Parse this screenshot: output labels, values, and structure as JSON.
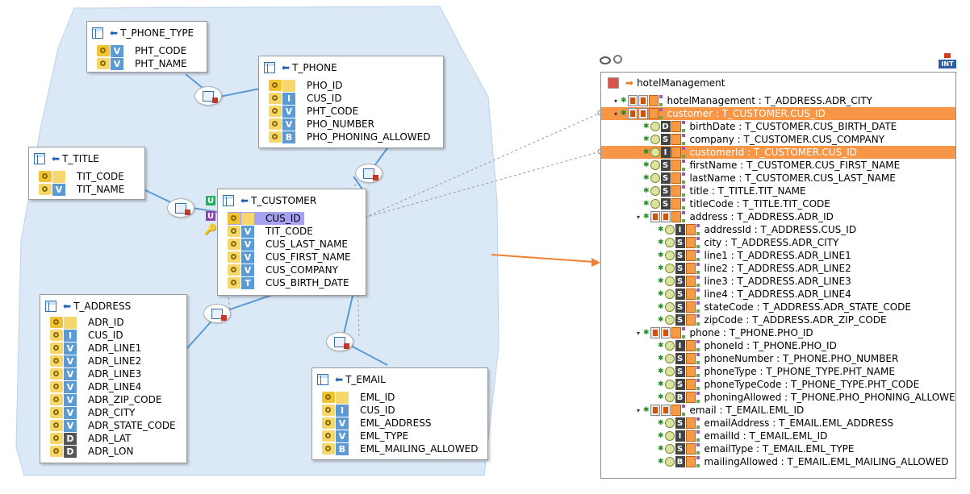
{
  "diagram": {
    "entities": [
      {
        "name": "T_PHONE_TYPE",
        "columns": [
          {
            "label": "PHT_CODE",
            "type": "V",
            "key": true
          },
          {
            "label": "PHT_NAME",
            "type": "V",
            "key": false
          }
        ]
      },
      {
        "name": "T_PHONE",
        "columns": [
          {
            "label": "PHO_ID",
            "type": "",
            "key": true
          },
          {
            "label": "CUS_ID",
            "type": "I",
            "key": false
          },
          {
            "label": "PHT_CODE",
            "type": "V",
            "key": false
          },
          {
            "label": "PHO_NUMBER",
            "type": "V",
            "key": false
          },
          {
            "label": "PHO_PHONING_ALLOWED",
            "type": "B",
            "key": false
          }
        ]
      },
      {
        "name": "T_TITLE",
        "columns": [
          {
            "label": "TIT_CODE",
            "type": "",
            "key": true
          },
          {
            "label": "TIT_NAME",
            "type": "V",
            "key": false
          }
        ]
      },
      {
        "name": "T_CUSTOMER",
        "columns": [
          {
            "label": "CUS_ID",
            "type": "",
            "key": true
          },
          {
            "label": "TIT_CODE",
            "type": "V",
            "key": false
          },
          {
            "label": "CUS_LAST_NAME",
            "type": "V",
            "key": false
          },
          {
            "label": "CUS_FIRST_NAME",
            "type": "V",
            "key": false
          },
          {
            "label": "CUS_COMPANY",
            "type": "V",
            "key": false
          },
          {
            "label": "CUS_BIRTH_DATE",
            "type": "T",
            "key": false
          }
        ]
      },
      {
        "name": "T_ADDRESS",
        "columns": [
          {
            "label": "ADR_ID",
            "type": "",
            "key": true
          },
          {
            "label": "CUS_ID",
            "type": "I",
            "key": false
          },
          {
            "label": "ADR_LINE1",
            "type": "V",
            "key": false
          },
          {
            "label": "ADR_LINE2",
            "type": "V",
            "key": false
          },
          {
            "label": "ADR_LINE3",
            "type": "V",
            "key": false
          },
          {
            "label": "ADR_LINE4",
            "type": "V",
            "key": false
          },
          {
            "label": "ADR_ZIP_CODE",
            "type": "V",
            "key": false
          },
          {
            "label": "ADR_CITY",
            "type": "V",
            "key": false
          },
          {
            "label": "ADR_STATE_CODE",
            "type": "V",
            "key": false
          },
          {
            "label": "ADR_LAT",
            "type": "D",
            "key": false
          },
          {
            "label": "ADR_LON",
            "type": "D",
            "key": false
          }
        ]
      },
      {
        "name": "T_EMAIL",
        "columns": [
          {
            "label": "EML_ID",
            "type": "",
            "key": true
          },
          {
            "label": "CUS_ID",
            "type": "I",
            "key": false
          },
          {
            "label": "EML_ADDRESS",
            "type": "V",
            "key": false
          },
          {
            "label": "EML_TYPE",
            "type": "V",
            "key": false
          },
          {
            "label": "EML_MAILING_ALLOWED",
            "type": "B",
            "key": false
          }
        ]
      }
    ],
    "side_icons": {
      "unique1": "U",
      "unique2": "U"
    }
  },
  "tree": {
    "root_label": "hotelManagement",
    "toolbar_badge": "INT",
    "rows": [
      {
        "text": "hotelManagement : T_ADDRESS.ADR_CITY",
        "letter": "",
        "toggle": "▾",
        "level": 0,
        "hl": false
      },
      {
        "text": "customer : T_CUSTOMER.CUS_ID",
        "letter": "",
        "toggle": "▾",
        "level": 1,
        "hl": true
      },
      {
        "text": "birthDate : T_CUSTOMER.CUS_BIRTH_DATE",
        "letter": "D",
        "toggle": "",
        "level": 2,
        "hl": false
      },
      {
        "text": "company : T_CUSTOMER.CUS_COMPANY",
        "letter": "S",
        "toggle": "",
        "level": 2,
        "hl": false
      },
      {
        "text": "customerId : T_CUSTOMER.CUS_ID",
        "letter": "I",
        "toggle": "",
        "level": 2,
        "hl": true
      },
      {
        "text": "firstName : T_CUSTOMER.CUS_FIRST_NAME",
        "letter": "S",
        "toggle": "",
        "level": 2,
        "hl": false
      },
      {
        "text": "lastName : T_CUSTOMER.CUS_LAST_NAME",
        "letter": "S",
        "toggle": "",
        "level": 2,
        "hl": false
      },
      {
        "text": "title : T_TITLE.TIT_NAME",
        "letter": "S",
        "toggle": "",
        "level": 2,
        "hl": false
      },
      {
        "text": "titleCode : T_TITLE.TIT_CODE",
        "letter": "S",
        "toggle": "",
        "level": 2,
        "hl": false
      },
      {
        "text": "address : T_ADDRESS.ADR_ID",
        "letter": "",
        "toggle": "▾",
        "level": 2,
        "hl": false
      },
      {
        "text": "addressId : T_ADDRESS.CUS_ID",
        "letter": "I",
        "toggle": "",
        "level": 3,
        "hl": false
      },
      {
        "text": "city : T_ADDRESS.ADR_CITY",
        "letter": "S",
        "toggle": "",
        "level": 3,
        "hl": false
      },
      {
        "text": "line1 : T_ADDRESS.ADR_LINE1",
        "letter": "S",
        "toggle": "",
        "level": 3,
        "hl": false
      },
      {
        "text": "line2 : T_ADDRESS.ADR_LINE2",
        "letter": "S",
        "toggle": "",
        "level": 3,
        "hl": false
      },
      {
        "text": "line3 : T_ADDRESS.ADR_LINE3",
        "letter": "S",
        "toggle": "",
        "level": 3,
        "hl": false
      },
      {
        "text": "line4 : T_ADDRESS.ADR_LINE4",
        "letter": "S",
        "toggle": "",
        "level": 3,
        "hl": false
      },
      {
        "text": "stateCode : T_ADDRESS.ADR_STATE_CODE",
        "letter": "S",
        "toggle": "",
        "level": 3,
        "hl": false
      },
      {
        "text": "zipCode : T_ADDRESS.ADR_ZIP_CODE",
        "letter": "S",
        "toggle": "",
        "level": 3,
        "hl": false
      },
      {
        "text": "phone : T_PHONE.PHO_ID",
        "letter": "",
        "toggle": "▾",
        "level": 2,
        "hl": false
      },
      {
        "text": "phoneId : T_PHONE.PHO_ID",
        "letter": "I",
        "toggle": "",
        "level": 3,
        "hl": false
      },
      {
        "text": "phoneNumber : T_PHONE.PHO_NUMBER",
        "letter": "S",
        "toggle": "",
        "level": 3,
        "hl": false
      },
      {
        "text": "phoneType : T_PHONE_TYPE.PHT_NAME",
        "letter": "S",
        "toggle": "",
        "level": 3,
        "hl": false
      },
      {
        "text": "phoneTypeCode : T_PHONE_TYPE.PHT_CODE",
        "letter": "S",
        "toggle": "",
        "level": 3,
        "hl": false
      },
      {
        "text": "phoningAllowed : T_PHONE.PHO_PHONING_ALLOWED",
        "letter": "B",
        "toggle": "",
        "level": 3,
        "hl": false
      },
      {
        "text": "email : T_EMAIL.EML_ID",
        "letter": "",
        "toggle": "▾",
        "level": 2,
        "hl": false
      },
      {
        "text": "emailAddress : T_EMAIL.EML_ADDRESS",
        "letter": "S",
        "toggle": "",
        "level": 3,
        "hl": false
      },
      {
        "text": "emailId : T_EMAIL.EML_ID",
        "letter": "I",
        "toggle": "",
        "level": 3,
        "hl": false
      },
      {
        "text": "emailType : T_EMAIL.EML_TYPE",
        "letter": "S",
        "toggle": "",
        "level": 3,
        "hl": false
      },
      {
        "text": "mailingAllowed : T_EMAIL.EML_MAILING_ALLOWED",
        "letter": "B",
        "toggle": "",
        "level": 3,
        "hl": false
      }
    ]
  },
  "colors": {
    "selection_blue": "#a7a1f2",
    "highlight_orange": "#f79646",
    "region_fill": "#dbe9f7",
    "link_line": "#5b9bd5",
    "mapping_arrow": "#f08030"
  }
}
